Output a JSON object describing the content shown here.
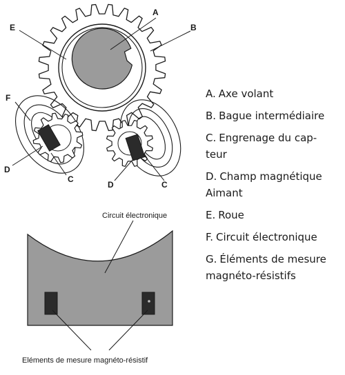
{
  "diagram": {
    "labels": {
      "a": "A",
      "b": "B",
      "e": "E",
      "f": "F",
      "d_left": "D",
      "c_left": "C",
      "d_right": "D",
      "c_right": "C"
    },
    "lower": {
      "top_caption": "Circuit électronique",
      "bottom_caption": "Eléments de mesure magnéto-résistif"
    }
  },
  "legend": {
    "items": [
      {
        "key": "A.",
        "lines": [
          "Axe volant"
        ]
      },
      {
        "key": "B.",
        "lines": [
          "Bague intermédiaire"
        ]
      },
      {
        "key": "C.",
        "lines": [
          "Engrenage du cap-",
          "teur"
        ]
      },
      {
        "key": "D.",
        "lines": [
          "Champ magnétique",
          "Aimant"
        ]
      },
      {
        "key": "E.",
        "lines": [
          "Roue"
        ]
      },
      {
        "key": "F.",
        "lines": [
          "Circuit électronique"
        ]
      },
      {
        "key": "G.",
        "lines": [
          "Éléments de mesure",
          "magnéto-résistifs"
        ]
      }
    ]
  },
  "colors": {
    "ink": "#1a1a1a",
    "gray_fill": "#9b9b9b",
    "dark_fill": "#2b2b2b",
    "gear_fill": "#ffffff"
  }
}
